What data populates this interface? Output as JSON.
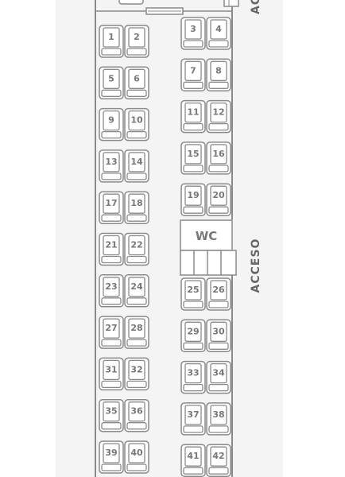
{
  "seat_map": {
    "left_rows": [
      [
        "1",
        "2"
      ],
      [
        "5",
        "6"
      ],
      [
        "9",
        "10"
      ],
      [
        "13",
        "14"
      ],
      [
        "17",
        "18"
      ],
      [
        "21",
        "22"
      ],
      [
        "23",
        "24"
      ],
      [
        "27",
        "28"
      ],
      [
        "31",
        "32"
      ],
      [
        "35",
        "36"
      ],
      [
        "39",
        "40"
      ]
    ],
    "right_rows": [
      [
        "3",
        "4"
      ],
      [
        "7",
        "8"
      ],
      [
        "11",
        "12"
      ],
      [
        "15",
        "16"
      ],
      [
        "19",
        "20"
      ],
      [
        "25",
        "26"
      ],
      [
        "29",
        "30"
      ],
      [
        "33",
        "34"
      ],
      [
        "37",
        "38"
      ],
      [
        "41",
        "42"
      ]
    ],
    "wc_label": "WC",
    "access_label": "ACCESO",
    "access_label_top": "ACCESO"
  },
  "colors": {
    "stroke": "#8a8a8a",
    "seat_fill": "#ffffff",
    "panel_bg": "#f4f4f4",
    "text": "#777777"
  }
}
